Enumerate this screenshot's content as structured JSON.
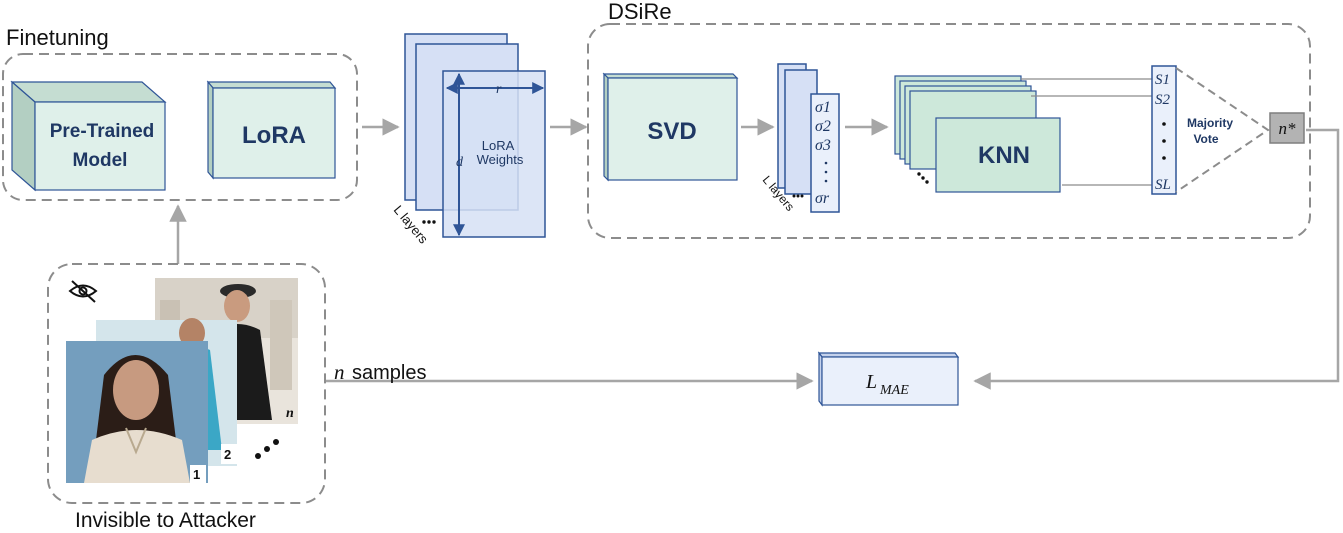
{
  "sections": {
    "finetuning": "Finetuning",
    "dsire": "DSiRe",
    "invisible": "Invisible to Attacker"
  },
  "blocks": {
    "pretrained_line1": "Pre-Trained",
    "pretrained_line2": "Model",
    "lora": "LoRA",
    "lora_weights_line1": "LoRA",
    "lora_weights_line2": "Weights",
    "dim_r": "r",
    "dim_d": "d",
    "l_layers": "L layers",
    "svd": "SVD",
    "l_layers_2": "L layers",
    "knn": "KNN",
    "majority_line1": "Majority",
    "majority_line2": "Vote",
    "n_star": "n*",
    "loss_base": "L",
    "loss_sub": "MAE"
  },
  "sigmas": [
    "σ1",
    "σ2",
    "σ3"
  ],
  "sigma_last": "σr",
  "scores": [
    "S1",
    "S2"
  ],
  "score_last": "SL",
  "samples": {
    "n_var": "n",
    "label": "samples",
    "photo_labels": [
      "1",
      "2",
      "n"
    ]
  },
  "colors": {
    "box_fill": "#dff0ea",
    "box_stroke": "#2f5597",
    "blue_fill": "#d6e0f5",
    "green_fill": "#cde8da",
    "arrow": "#a6a6a6",
    "dash": "#8c8c8c"
  }
}
